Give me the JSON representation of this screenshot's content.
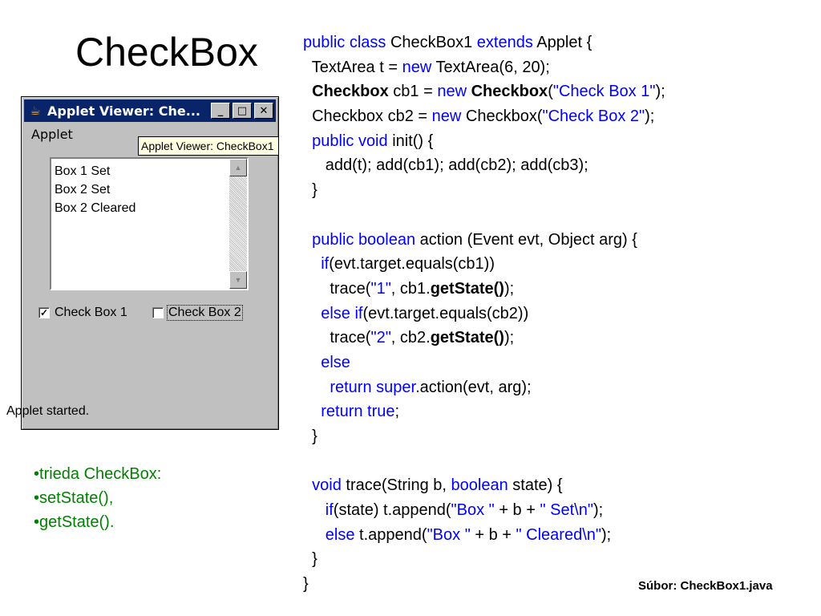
{
  "slide_title": "CheckBox",
  "applet": {
    "title": "Applet Viewer: Che...",
    "icon": "java-coffee-icon",
    "window_buttons": {
      "minimize": "_",
      "maximize": "□",
      "close": "✕"
    },
    "menu": [
      "Applet"
    ],
    "tooltip": "Applet Viewer: CheckBox1",
    "textarea_lines": [
      "Box 1 Set",
      "Box 2 Set",
      "Box 2 Cleared"
    ],
    "checkboxes": [
      {
        "label": "Check Box 1",
        "checked": true
      },
      {
        "label": "Check Box 2",
        "checked": false
      }
    ],
    "status": "Applet started."
  },
  "bullets": [
    "trieda CheckBox:",
    "setState(),",
    "getState()."
  ],
  "code_lines": [
    [
      [
        "kw",
        "public class"
      ],
      [
        "n",
        " CheckBox1 "
      ],
      [
        "kw",
        "extends"
      ],
      [
        "n",
        " Applet {"
      ]
    ],
    [
      [
        "n",
        "  TextArea t = "
      ],
      [
        "kw",
        "new"
      ],
      [
        "n",
        " TextArea(6, 20);"
      ]
    ],
    [
      [
        "n",
        "  "
      ],
      [
        "b",
        "Checkbox"
      ],
      [
        "n",
        " cb1 = "
      ],
      [
        "kw",
        "new"
      ],
      [
        "n",
        " "
      ],
      [
        "b",
        "Checkbox"
      ],
      [
        "n",
        "("
      ],
      [
        "str",
        "\"Check Box 1\""
      ],
      [
        "n",
        ");"
      ]
    ],
    [
      [
        "n",
        "  Checkbox cb2 = "
      ],
      [
        "kw",
        "new"
      ],
      [
        "n",
        " Checkbox("
      ],
      [
        "str",
        "\"Check Box 2\""
      ],
      [
        "n",
        ");"
      ]
    ],
    [
      [
        "n",
        "  "
      ],
      [
        "kw",
        "public void"
      ],
      [
        "n",
        " init() {"
      ]
    ],
    [
      [
        "n",
        "     add(t); add(cb1); add(cb2); add(cb3);"
      ]
    ],
    [
      [
        "n",
        "  }"
      ]
    ],
    [],
    [
      [
        "n",
        "  "
      ],
      [
        "kw",
        "public boolean"
      ],
      [
        "n",
        " action (Event evt, Object arg) {"
      ]
    ],
    [
      [
        "n",
        "    "
      ],
      [
        "kw",
        "if"
      ],
      [
        "n",
        "(evt.target.equals(cb1))"
      ]
    ],
    [
      [
        "n",
        "      trace("
      ],
      [
        "str",
        "\"1\""
      ],
      [
        "n",
        ", cb1."
      ],
      [
        "b",
        "getState()"
      ],
      [
        "n",
        ");"
      ]
    ],
    [
      [
        "n",
        "    "
      ],
      [
        "kw",
        "else if"
      ],
      [
        "n",
        "(evt.target.equals(cb2))"
      ]
    ],
    [
      [
        "n",
        "      trace("
      ],
      [
        "str",
        "\"2\""
      ],
      [
        "n",
        ", cb2."
      ],
      [
        "b",
        "getState()"
      ],
      [
        "n",
        ");"
      ]
    ],
    [
      [
        "n",
        "    "
      ],
      [
        "kw",
        "else"
      ]
    ],
    [
      [
        "n",
        "      "
      ],
      [
        "kw",
        "return super"
      ],
      [
        "n",
        ".action(evt, arg);"
      ]
    ],
    [
      [
        "n",
        "    "
      ],
      [
        "kw",
        "return true"
      ],
      [
        "n",
        ";"
      ]
    ],
    [
      [
        "n",
        "  }"
      ]
    ],
    [],
    [
      [
        "n",
        "  "
      ],
      [
        "kw",
        "void"
      ],
      [
        "n",
        " trace(String b, "
      ],
      [
        "kw",
        "boolean"
      ],
      [
        "n",
        " state) {"
      ]
    ],
    [
      [
        "n",
        "     "
      ],
      [
        "kw",
        "if"
      ],
      [
        "n",
        "(state) t.append("
      ],
      [
        "str",
        "\"Box \""
      ],
      [
        "n",
        " + b + "
      ],
      [
        "str",
        "\" Set\\n\""
      ],
      [
        "n",
        ");"
      ]
    ],
    [
      [
        "n",
        "     "
      ],
      [
        "kw",
        "else"
      ],
      [
        "n",
        " t.append("
      ],
      [
        "str",
        "\"Box \""
      ],
      [
        "n",
        " + b + "
      ],
      [
        "str",
        "\" Cleared\\n\""
      ],
      [
        "n",
        ");"
      ]
    ],
    [
      [
        "n",
        "  }"
      ]
    ],
    [
      [
        "n",
        "}"
      ]
    ]
  ],
  "source_caption": "Súbor: CheckBox1.java",
  "colors": {
    "keyword": "#0000ff",
    "bullet": "#008000",
    "titlebar": "#0a246a"
  }
}
